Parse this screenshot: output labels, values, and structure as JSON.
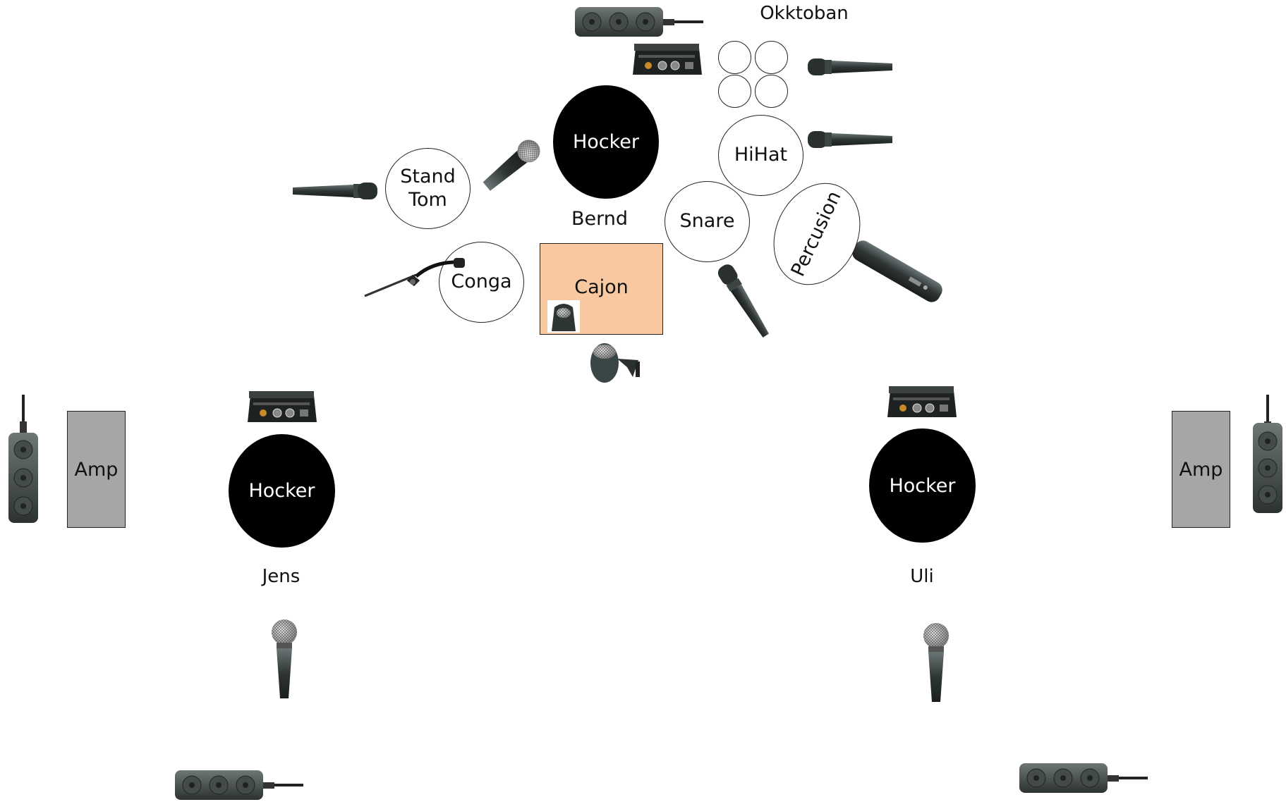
{
  "diagram": {
    "labels": {
      "okktoban": "Okktoban",
      "bernd": "Bernd",
      "jens": "Jens",
      "uli": "Uli"
    },
    "instruments": {
      "stand_tom_line1": "Stand",
      "stand_tom_line2": "Tom",
      "conga": "Conga",
      "cajon": "Cajon",
      "snare": "Snare",
      "hihat": "HiHat",
      "percusion": "Percusion"
    },
    "seats": {
      "center": "Hocker",
      "left": "Hocker",
      "right": "Hocker"
    },
    "amps": {
      "left": "Amp",
      "right": "Amp"
    },
    "icons": {
      "power_strip": "power-strip-icon",
      "di_box": "di-box-icon",
      "dynamic_mic": "dynamic-mic-icon",
      "vocal_mic": "vocal-mic-icon",
      "condenser_mic": "condenser-mic-icon",
      "clip_mic": "clip-on-mic-icon",
      "kick_mic": "kick-drum-mic-icon"
    },
    "colors": {
      "cajon": "#f8c9a1",
      "amp": "#a6a6a6",
      "hocker": "#000000",
      "device": "#3a3f3f"
    }
  }
}
